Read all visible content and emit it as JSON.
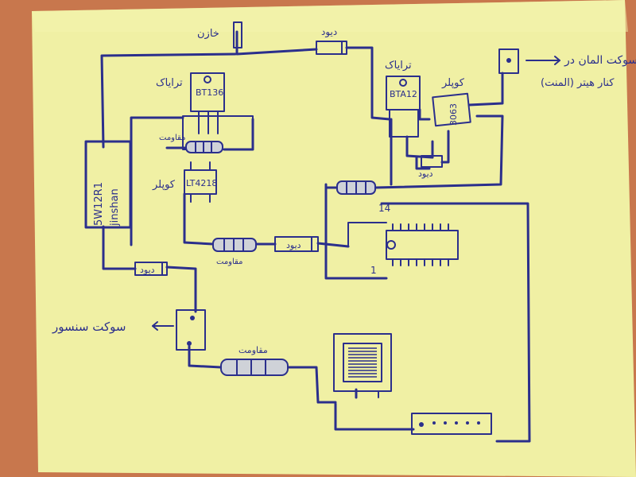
{
  "labels": {
    "capacitor": "خازن",
    "diode_top": "دیود",
    "triac_left": "ترایاک",
    "triac_right": "ترایاک",
    "bt136": "BT136",
    "bta12": "BTA12",
    "resistor_triac": "مقاومت",
    "coupler_left": "کوپلر",
    "lt4218": "LT4218",
    "coupler_right": "کوپلر",
    "moc3063": "3063",
    "diode_mid": "دیود",
    "socket_line1": "سوکت المان در",
    "socket_line2": "کنار هیتر (المنت)",
    "psu_line1": "5W12R1",
    "psu_line2": "jinshan",
    "pin14": "14",
    "pin1": "1",
    "resistor_mid": "مقاومت",
    "diode_mid2": "دیود",
    "diode_left": "دیود",
    "sensor_socket": "سوکت سنسور",
    "resistor_bottom": "مقاومت"
  }
}
